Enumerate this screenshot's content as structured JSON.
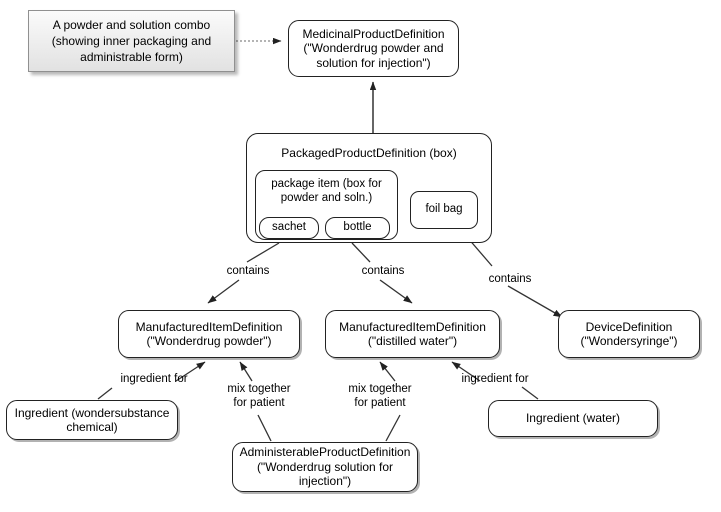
{
  "diagram": {
    "title": "Powder and solution combination product packaging diagram",
    "note": {
      "text": "A powder and solution combo\n(showing inner packaging\nand administrable form)"
    },
    "nodes": {
      "medicinal_product": "MedicinalProductDefinition\n(\"Wonderdrug powder and\nsolution for injection\")",
      "packaged_product": "PackagedProductDefinition (box)",
      "package_item": "package item (box for\npowder and soln.)",
      "sachet": "sachet",
      "bottle": "bottle",
      "foil_bag": "foil bag",
      "manufactured_powder": "ManufacturedItemDefinition\n(\"Wonderdrug powder\")",
      "manufactured_water": "ManufacturedItemDefinition\n(\"distilled water\")",
      "device": "DeviceDefinition\n(\"Wondersyringe\")",
      "ingredient_chemical": "Ingredient (wondersubstance\nchemical)",
      "ingredient_water": "Ingredient (water)",
      "administerable_product": "AdministerableProductDefinition\n(\"Wonderdrug solution for\ninjection\")"
    },
    "edge_labels": {
      "contains_powder": "contains",
      "contains_water": "contains",
      "contains_device": "contains",
      "ingredient_for_left": "ingredient for",
      "ingredient_for_right": "ingredient for",
      "mix_left": "mix together\nfor patient",
      "mix_right": "mix together\nfor patient"
    },
    "colors": {
      "line": "#333333",
      "node_border": "#222222",
      "note_border": "#909090",
      "note_fill": "#ededed",
      "background": "#ffffff",
      "text": "#000000"
    }
  }
}
